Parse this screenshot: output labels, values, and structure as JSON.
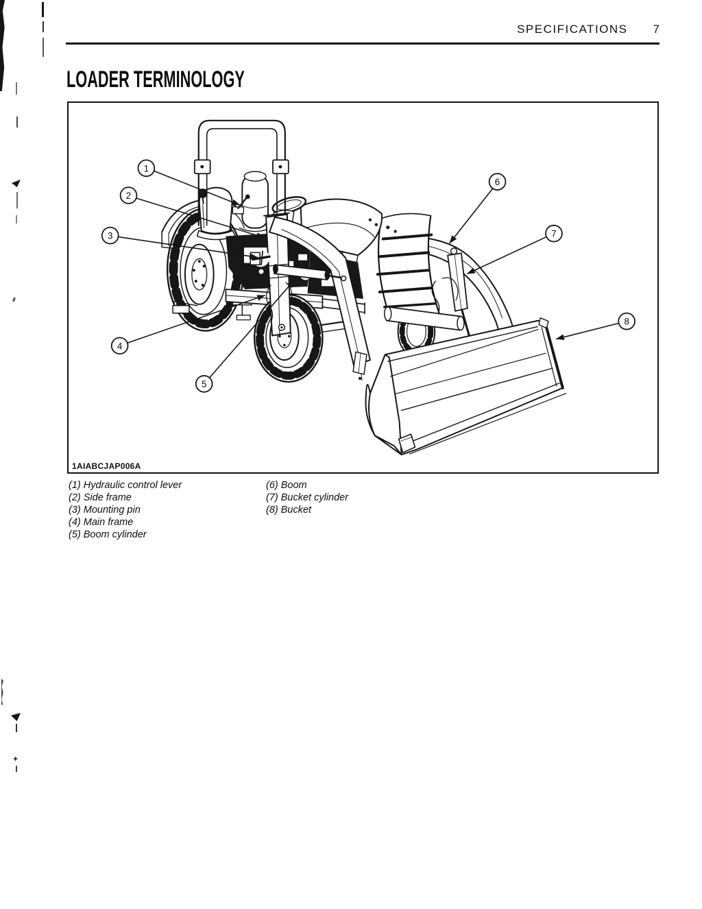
{
  "header": {
    "section_title": "SPECIFICATIONS",
    "page_number": "7"
  },
  "title": "LOADER TERMINOLOGY",
  "figure": {
    "code": "1AIABCJAP006A",
    "callouts": [
      {
        "num": "1",
        "label": "Hydraulic control lever"
      },
      {
        "num": "2",
        "label": "Side frame"
      },
      {
        "num": "3",
        "label": "Mounting pin"
      },
      {
        "num": "4",
        "label": "Main frame"
      },
      {
        "num": "5",
        "label": "Boom cylinder"
      },
      {
        "num": "6",
        "label": "Boom"
      },
      {
        "num": "7",
        "label": "Bucket cylinder"
      },
      {
        "num": "8",
        "label": "Bucket"
      }
    ]
  },
  "legend": {
    "left": [
      "(1) Hydraulic control lever",
      "(2) Side frame",
      "(3) Mounting pin",
      "(4) Main frame",
      "(5) Boom cylinder"
    ],
    "right": [
      "(6) Boom",
      "(7) Bucket cylinder",
      "(8) Bucket"
    ]
  }
}
